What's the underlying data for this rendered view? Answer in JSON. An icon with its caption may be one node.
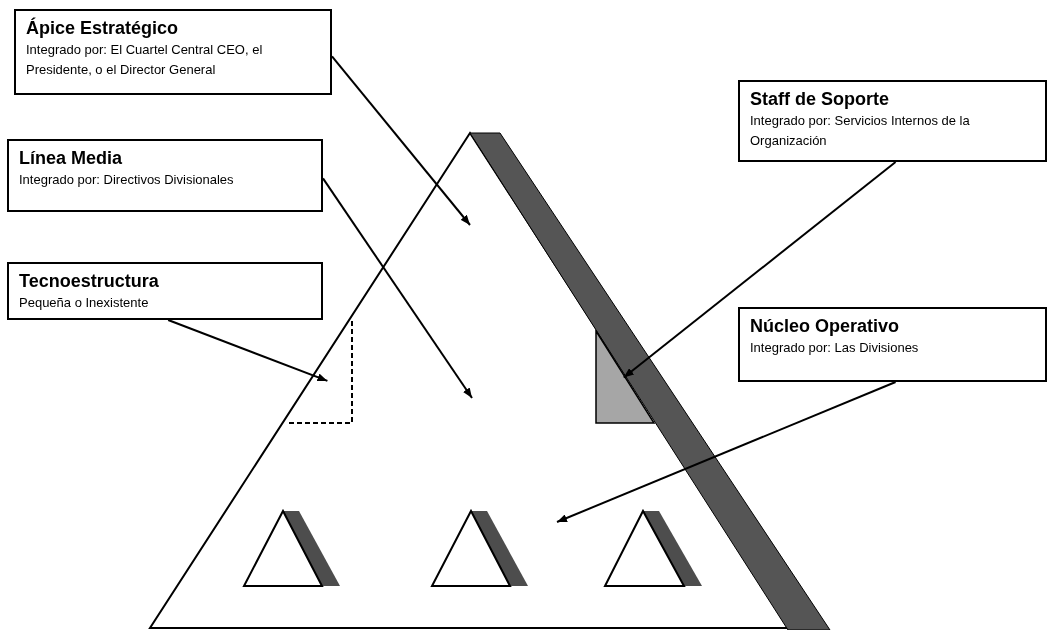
{
  "diagram": {
    "nodes": [
      {
        "text": [
          "Ápice Estratégico",
          "Integrado por: El Cuartel Central CEO, el Presidente, o el Director General"
        ]
      },
      {
        "text": [
          "Línea Media",
          "Integrado por: Directivos Divisionales"
        ]
      },
      {
        "text": [
          "Tecnoestructura",
          "Pequeña o Inexistente"
        ]
      },
      {
        "text": [
          "Staff de Soporte",
          "Integrado por: Servicios Internos de la Organización"
        ]
      },
      {
        "text": [
          "Núcleo Operativo",
          "Integrado por: Las Divisiones"
        ]
      },
      {
        "text": [],
        "shape": "triangle"
      },
      {
        "text": [],
        "shape": "triangle"
      }
    ],
    "edges": [
      {
        "from": 0,
        "to": null,
        "arrow": "to"
      },
      {
        "from": 1,
        "to": null,
        "arrow": "to"
      },
      {
        "from": 2,
        "to": 5,
        "arrow": "to"
      },
      {
        "from": 3,
        "to": 6,
        "arrow": "to"
      },
      {
        "from": 4,
        "to": null,
        "arrow": "to"
      }
    ]
  }
}
